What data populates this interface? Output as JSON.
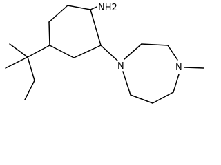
{
  "molecule": {
    "atoms": {
      "amine": "NH2",
      "ring_nitrogen_1": "N",
      "ring_nitrogen_2": "N"
    },
    "colors": {
      "bond": "#000000",
      "label": "#000000",
      "background": "#ffffff"
    }
  }
}
